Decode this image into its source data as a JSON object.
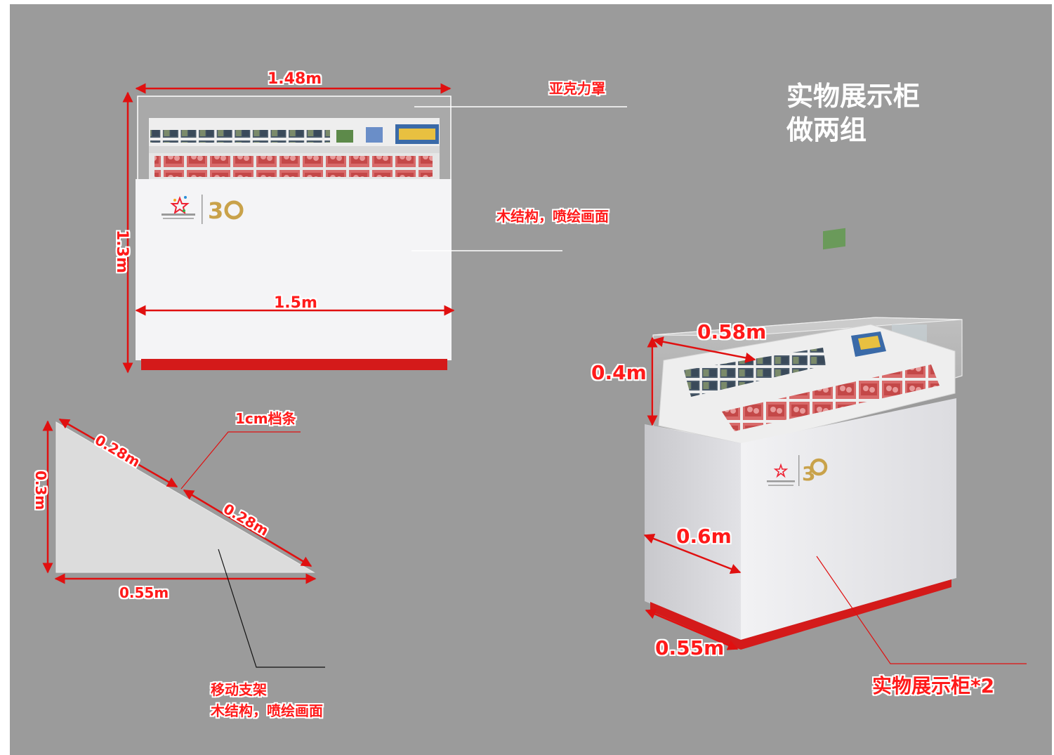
{
  "title": {
    "line1": "实物展示柜",
    "line2": "做两组"
  },
  "front_view": {
    "width_top": "1.48m",
    "width_body": "1.5m",
    "height": "1.3m",
    "cover_label": "亚克力罩",
    "body_label": "木结构，喷绘画面"
  },
  "side_stand": {
    "slope_upper": "0.28m",
    "slope_lower": "0.28m",
    "height": "0.3m",
    "base": "0.55m",
    "strip_label": "1cm档条",
    "stand_label_line1": "移动支架",
    "stand_label_line2": "木结构，喷绘画面"
  },
  "perspective_view": {
    "top_depth": "0.58m",
    "cover_height": "0.4m",
    "body_depth": "0.6m",
    "base_depth": "0.55m",
    "callout": "实物展示柜*2"
  },
  "colors": {
    "background": "#9b9b9b",
    "dimension_red": "#e01010",
    "base_red": "#d41a1a",
    "cabinet_white": "#f4f4f6"
  }
}
